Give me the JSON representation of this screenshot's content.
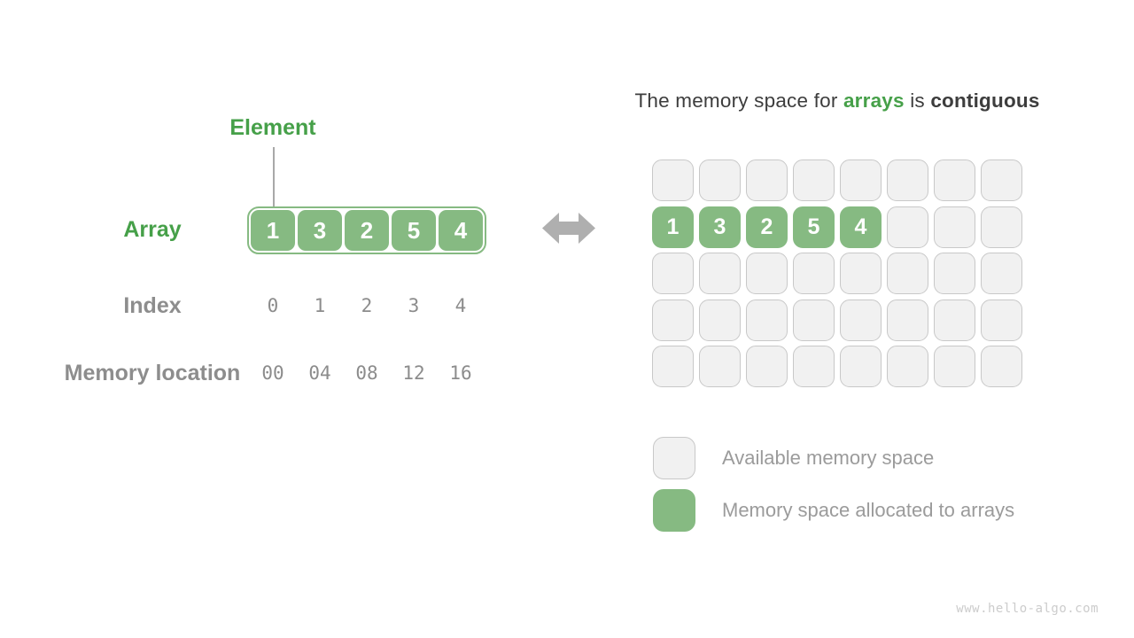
{
  "colors": {
    "green_fill": "#86BA82",
    "green_text": "#46A049",
    "gray_label": "#8D8D8D",
    "gray_number": "#8C8C8C",
    "legend_text": "#9B9B9B",
    "title_text": "#3D3D3D",
    "cell_fill": "#F1F1F1",
    "cell_border": "#C8C8C8",
    "arrow": "#AFAFAF",
    "watermark": "#CCCCCC"
  },
  "left_panel": {
    "element_label": "Element",
    "array_label": "Array",
    "array_values": [
      "1",
      "3",
      "2",
      "5",
      "4"
    ],
    "index_label": "Index",
    "index_values": [
      "0",
      "1",
      "2",
      "3",
      "4"
    ],
    "memory_label": "Memory location",
    "memory_values": [
      "00",
      "04",
      "08",
      "12",
      "16"
    ]
  },
  "arrow_icon": "double-headed-horizontal-arrow",
  "right_panel": {
    "title": {
      "parts": [
        {
          "text": "The memory space for ",
          "emphasis": "none"
        },
        {
          "text": "arrays",
          "emphasis": "green-bold"
        },
        {
          "text": " is ",
          "emphasis": "none"
        },
        {
          "text": "contiguous",
          "emphasis": "dark-bold"
        }
      ]
    },
    "memory_grid": {
      "rows": 5,
      "cols": 8,
      "allocated": [
        {
          "row": 1,
          "col": 0,
          "value": "1"
        },
        {
          "row": 1,
          "col": 1,
          "value": "3"
        },
        {
          "row": 1,
          "col": 2,
          "value": "2"
        },
        {
          "row": 1,
          "col": 3,
          "value": "5"
        },
        {
          "row": 1,
          "col": 4,
          "value": "4"
        }
      ]
    },
    "legend": {
      "items": [
        {
          "swatch": "available",
          "label": "Available memory space"
        },
        {
          "swatch": "allocated",
          "label": "Memory space allocated to arrays"
        }
      ]
    }
  },
  "watermark": "www.hello-algo.com"
}
